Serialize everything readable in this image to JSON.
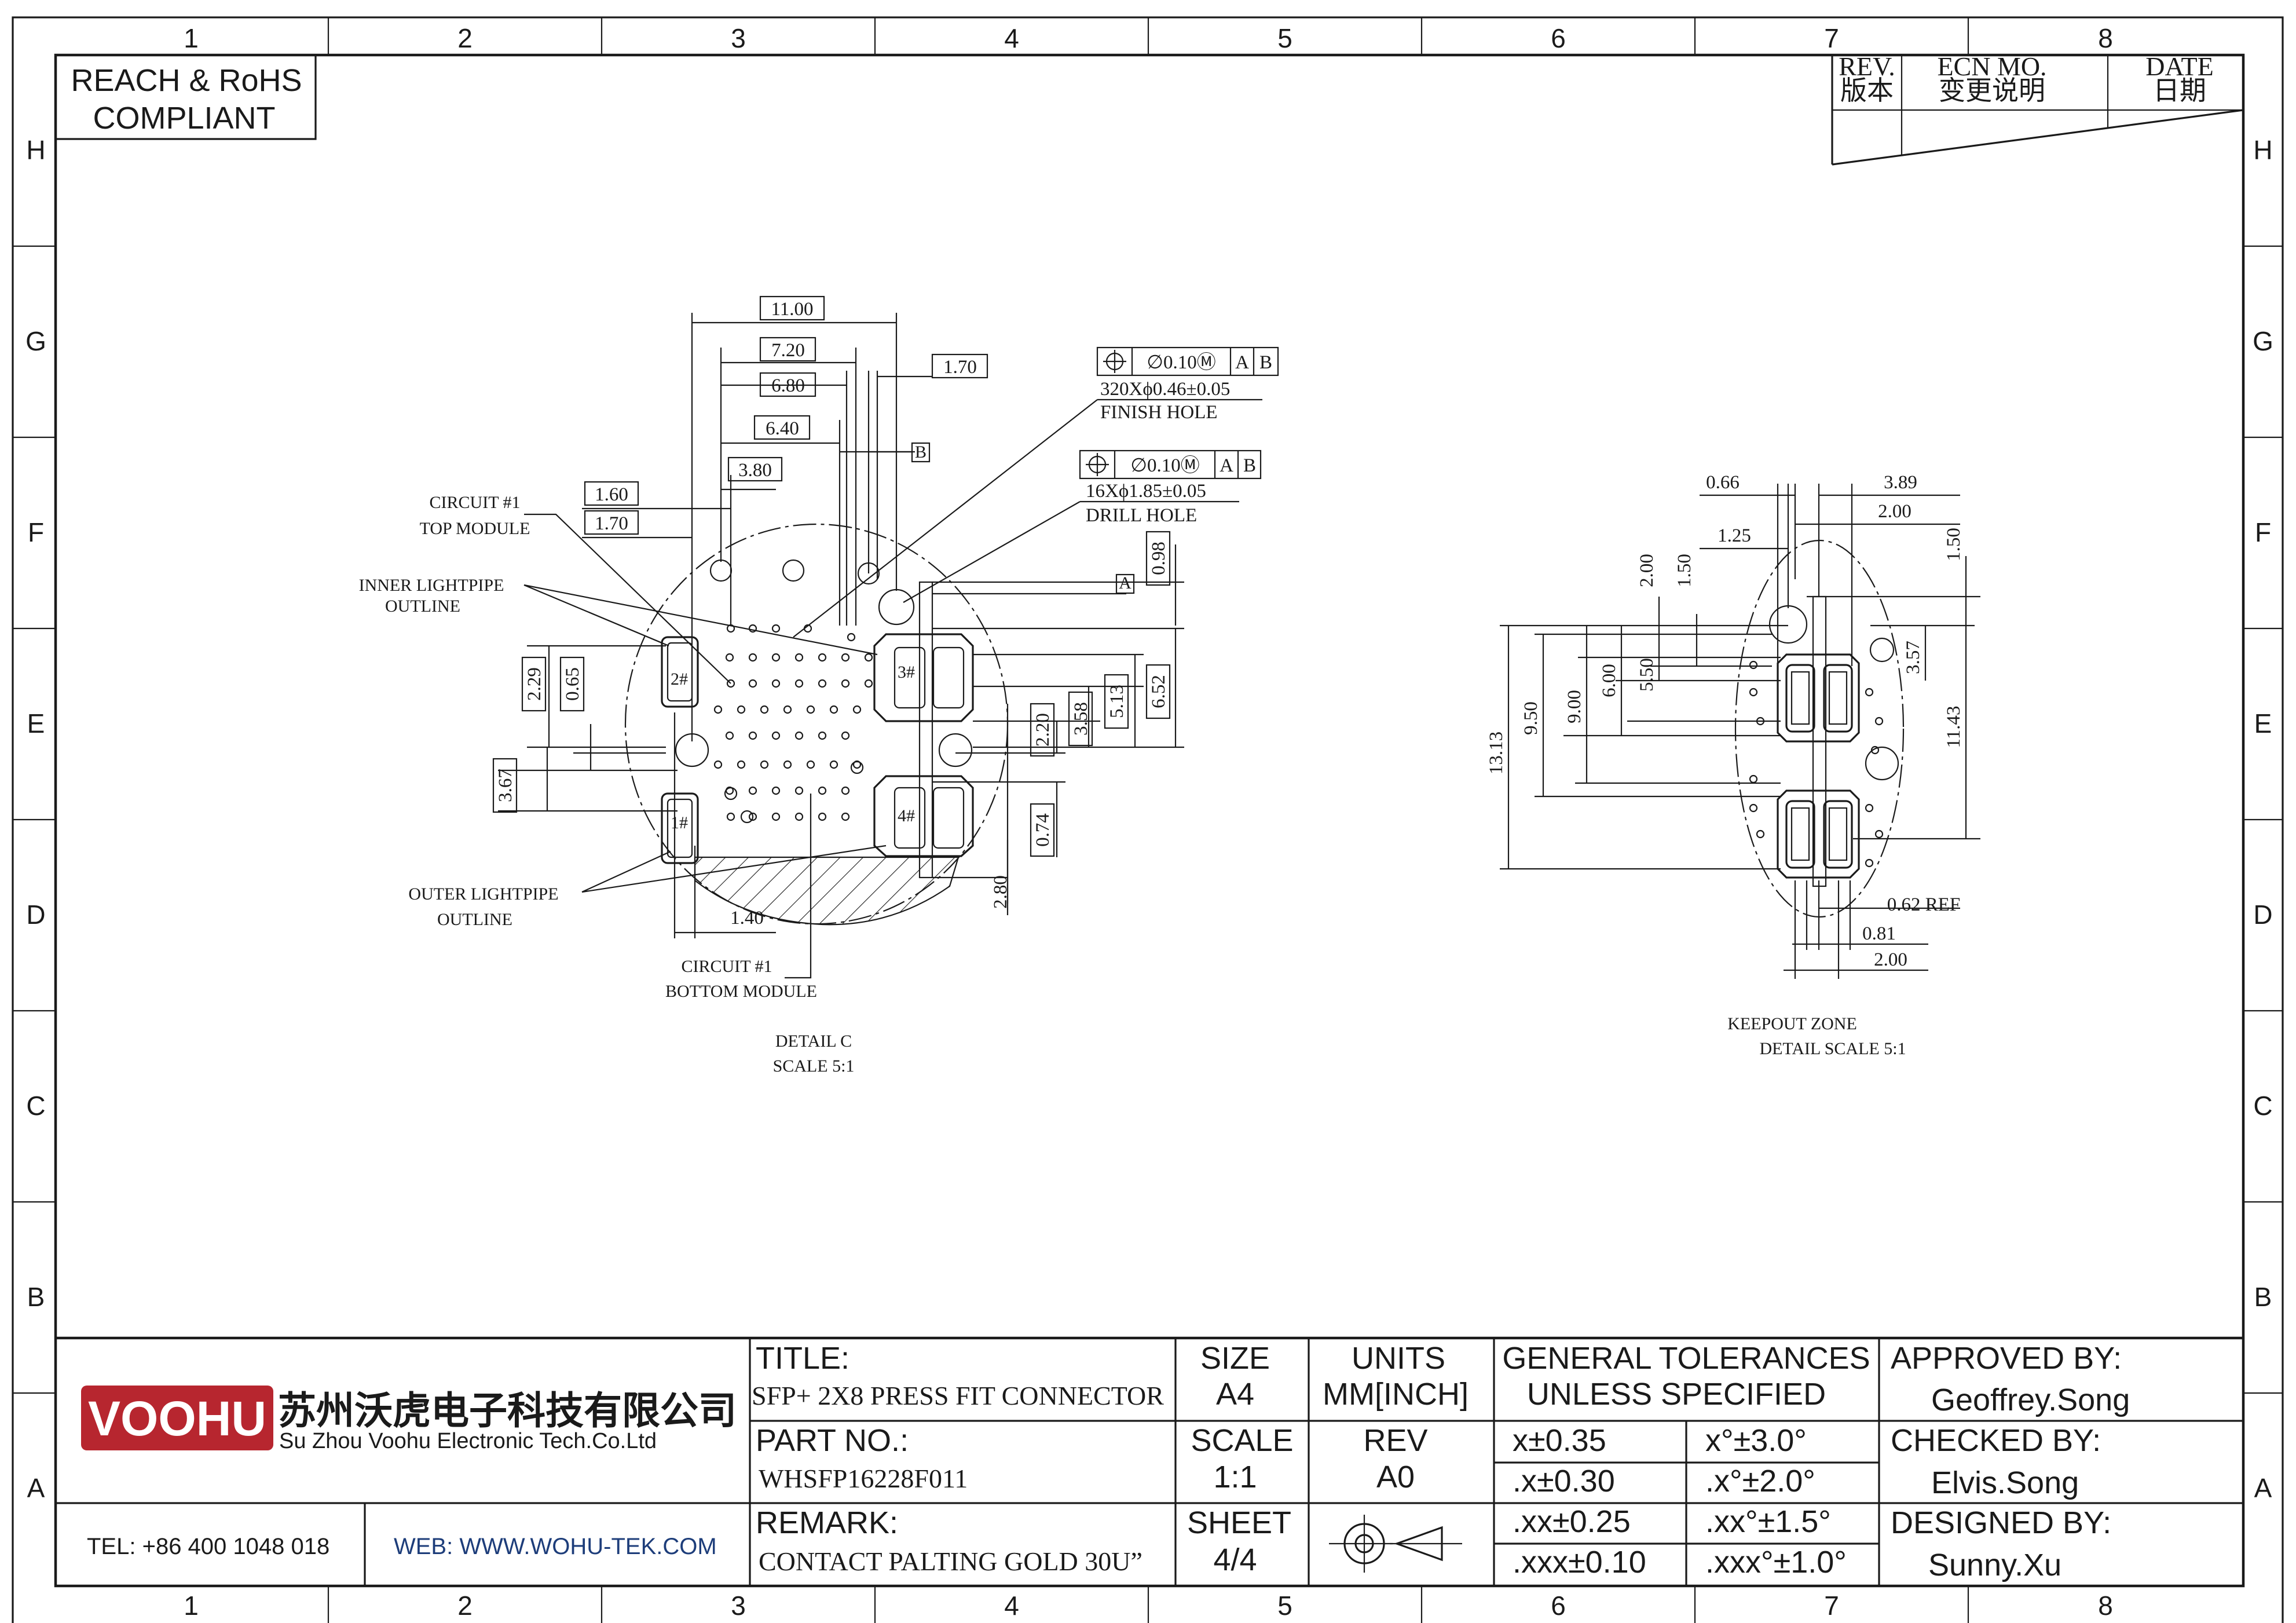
{
  "zones": {
    "columns": [
      "1",
      "2",
      "3",
      "4",
      "5",
      "6",
      "7",
      "8"
    ],
    "rows": [
      "H",
      "G",
      "F",
      "E",
      "D",
      "C",
      "B",
      "A"
    ]
  },
  "compliance": {
    "line1": "REACH & RoHS",
    "line2": "COMPLIANT"
  },
  "revision_block": {
    "rev_en": "REV.",
    "rev_cn": "版本",
    "ecn_en": "ECN MO.",
    "ecn_cn": "变更说明",
    "date_en": "DATE",
    "date_cn": "日期"
  },
  "detail_c": {
    "dims": {
      "d1100": "11.00",
      "d720": "7.20",
      "d680": "6.80",
      "d640": "6.40",
      "d380": "3.80",
      "d170top": "1.70",
      "d160": "1.60",
      "d170": "1.70",
      "d098": "0.98",
      "d229": "2.29",
      "d065": "0.65",
      "d367": "3.67",
      "d358": "3.58",
      "d513": "5.13",
      "d652": "6.52",
      "d220": "2.20",
      "d074": "0.74",
      "d280": "2.80",
      "d140": "1.40"
    },
    "datum_a": "A",
    "datum_b": "B",
    "fcf1": {
      "tol": "∅0.10Ⓜ",
      "a": "A",
      "b": "B",
      "note1": "320Xϕ0.46±0.05",
      "note2": "FINISH HOLE"
    },
    "fcf2": {
      "tol": "∅0.10Ⓜ",
      "a": "A",
      "b": "B",
      "note1": "16Xϕ1.85±0.05",
      "note2": "DRILL HOLE"
    },
    "circuit_top": {
      "l1": "CIRCUIT #1",
      "l2": "TOP MODULE"
    },
    "inner_lightpipe": {
      "l1": "INNER LIGHTPIPE",
      "l2": "OUTLINE"
    },
    "outer_lightpipe": {
      "l1": "OUTER LIGHTPIPE",
      "l2": "OUTLINE"
    },
    "circuit_bottom": {
      "l1": "CIRCUIT #1",
      "l2": "BOTTOM MODULE"
    },
    "pins": {
      "p1": "1#",
      "p2": "2#",
      "p3": "3#",
      "p4": "4#"
    },
    "caption1": "DETAIL C",
    "caption2": "SCALE 5:1"
  },
  "keepout": {
    "dims": {
      "d066": "0.66",
      "d389": "3.89",
      "d200top": "2.00",
      "d125": "1.25",
      "d150r": "1.50",
      "d200v": "2.00",
      "d150v": "1.50",
      "d357": "3.57",
      "d1313": "13.13",
      "d950": "9.50",
      "d900": "9.00",
      "d600": "6.00",
      "d550": "5.50",
      "d1143": "11.43",
      "d062": "0.62 REF",
      "d081": "0.81",
      "d200bot": "2.00"
    },
    "caption1": "KEEPOUT ZONE",
    "caption2": "DETAIL SCALE 5:1"
  },
  "title_block": {
    "company_logo": "VOOHU",
    "company_cn": "苏州沃虎电子科技有限公司",
    "company_en": "Su Zhou Voohu Electronic Tech.Co.Ltd",
    "tel": "TEL: +86 400 1048 018",
    "web": "WEB: WWW.WOHU-TEK.COM",
    "title_label": "TITLE:",
    "title_value": "SFP+ 2X8 PRESS FIT CONNECTOR",
    "part_label": "PART NO.:",
    "part_value": "WHSFP16228F011",
    "remark_label": "REMARK:",
    "remark_value": "CONTACT PALTING GOLD 30U”",
    "size_label": "SIZE",
    "size_value": "A4",
    "units_label": "UNITS",
    "units_value": "MM[INCH]",
    "scale_label": "SCALE",
    "scale_value": "1:1",
    "rev_label": "REV",
    "rev_value": "A0",
    "sheet_label": "SHEET",
    "sheet_value": "4/4",
    "gt_line1": "GENERAL TOLERANCES",
    "gt_line2": "UNLESS SPECIFIED",
    "tol": [
      "x±0.35",
      "x°±3.0°",
      ".x±0.30",
      ".x°±2.0°",
      ".xx±0.25",
      ".xx°±1.5°",
      ".xxx±0.10",
      ".xxx°±1.0°"
    ],
    "approved_label": "APPROVED BY:",
    "approved_value": "Geoffrey.Song",
    "checked_label": "CHECKED BY:",
    "checked_value": "Elvis.Song",
    "designed_label": "DESIGNED BY:",
    "designed_value": "Sunny.Xu"
  }
}
